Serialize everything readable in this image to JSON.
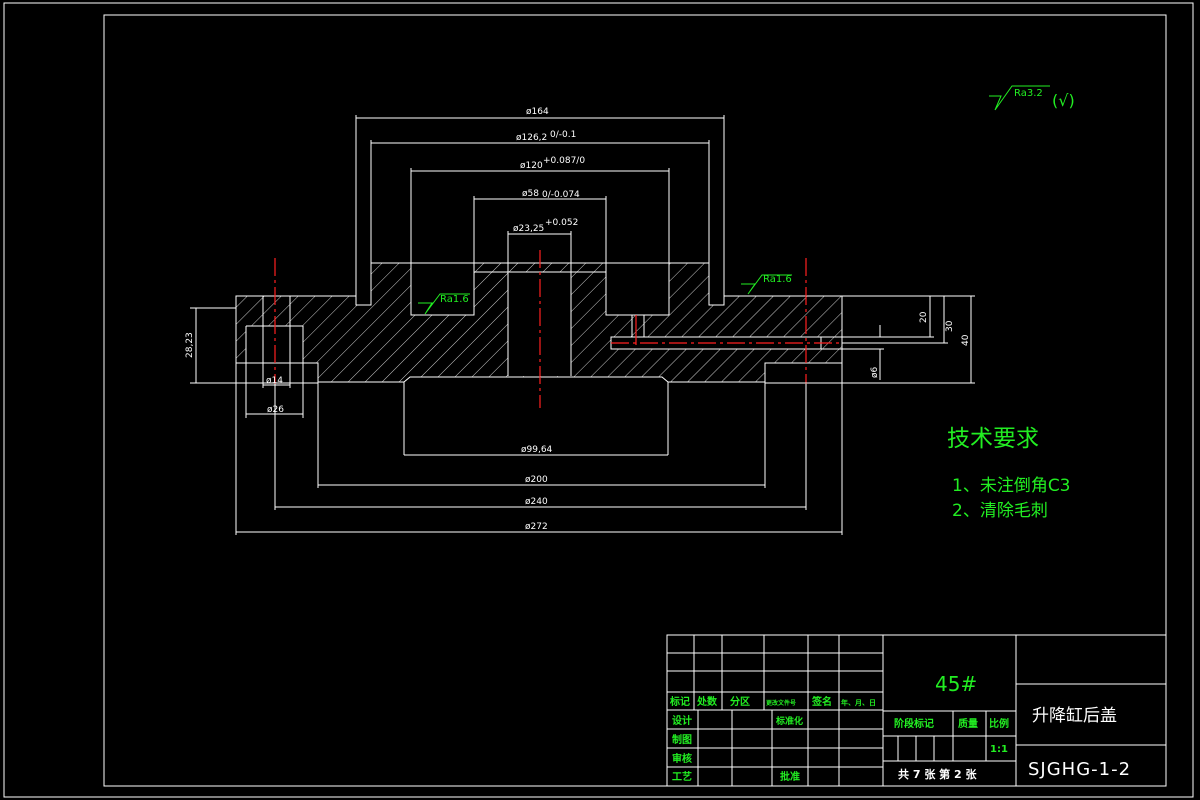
{
  "dimensions": {
    "d164": "ø164",
    "d126": "ø126,2",
    "d126_tol": "0/-0.1",
    "d120": "ø120",
    "d120_tol": "+0.087/0",
    "d58": "ø58",
    "d58_tol": "0/-0.074",
    "d23": "ø23,25",
    "d23_tol": "+0.052",
    "d99": "ø99,64",
    "d200": "ø200",
    "d240": "ø240",
    "d272": "ø272",
    "h28": "28,23",
    "d14": "ø14",
    "d26": "ø26",
    "h20": "20",
    "h30": "30",
    "h40": "40",
    "d6": "ø6"
  },
  "roughness": {
    "general": "Ra3.2",
    "general_suffix": "(√)",
    "mark_left": "Ra1.6",
    "mark_right": "Ra1.6"
  },
  "tech_requirements": {
    "title": "技术要求",
    "items": [
      "1、未注倒角C3",
      "2、清除毛刺"
    ]
  },
  "title_block": {
    "material": "45#",
    "part_name": "升降缸后盖",
    "drawing_no": "SJGHG-1-2",
    "scale_label": "比例",
    "scale": "1:1",
    "weight_label": "质量",
    "stage_label": "阶段标记",
    "sheets": "共 7 张 第 2 张",
    "rev_headers": [
      "标记",
      "处数",
      "分区",
      "更改文件号",
      "签名",
      "年、月、日"
    ],
    "design": "设计",
    "standardize": "标准化",
    "draw": "制图",
    "review": "审核",
    "process": "工艺",
    "approve": "批准"
  }
}
